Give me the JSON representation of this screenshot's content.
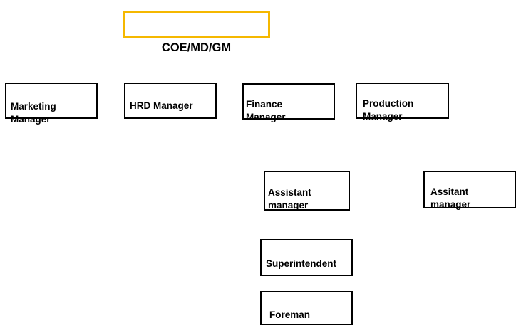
{
  "colors": {
    "top_border": "#f5b800",
    "box_border": "#000000",
    "text": "#000000",
    "background": "#ffffff"
  },
  "chart": {
    "top": "COE/MD/GM",
    "marketing": "Marketing\nManager",
    "hrd": "HRD Manager",
    "finance": "Finance\n Manager",
    "production": "Production\nManager",
    "assistant_finance": "Assistant\nmanager",
    "assistant_production": "Assitant\nmanager",
    "superintendent": "Superintendent",
    "foreman": "Foreman"
  }
}
